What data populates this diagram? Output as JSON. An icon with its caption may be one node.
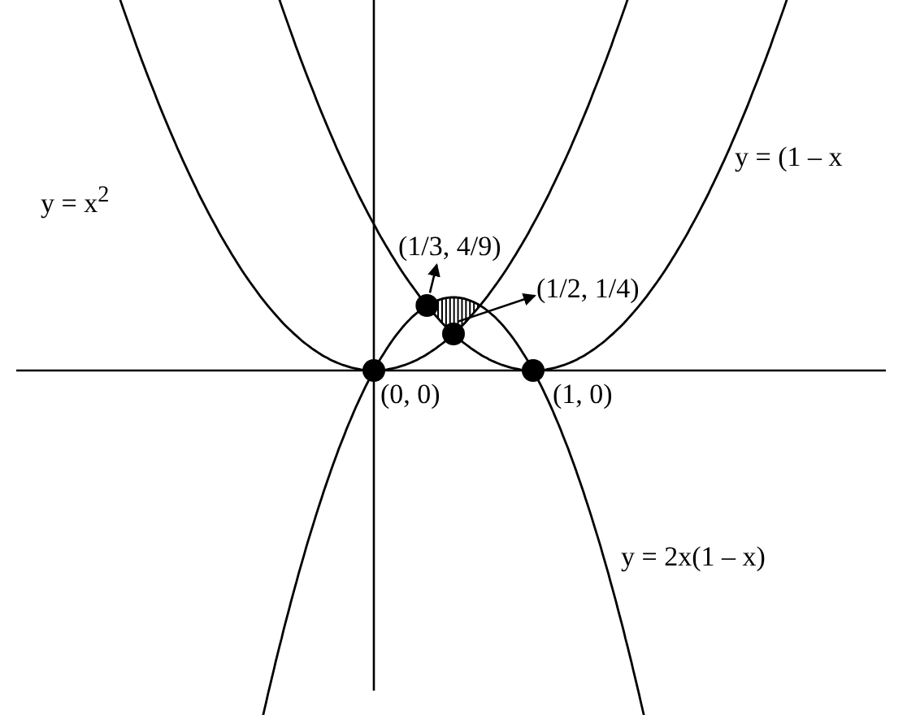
{
  "diagram": {
    "nodes": [
      {
        "text": [
          "(1/3, 4/9)"
        ]
      },
      {
        "text": [],
        "shape": "circle"
      },
      {
        "text": [
          "(1/2, 1/4)"
        ]
      },
      {
        "text": [],
        "shape": "circle"
      },
      {
        "text": [],
        "shape": "circle",
        "beside": [
          "(0, 0)"
        ]
      },
      {
        "text": [],
        "shape": "circle",
        "beside": [
          "(1, 0)"
        ]
      }
    ],
    "edges": [
      {
        "from": 1,
        "to": 0,
        "arrow": "to"
      },
      {
        "from": 3,
        "to": 2,
        "arrow": "to"
      }
    ],
    "labels": [
      "y = x$^{2}$",
      "y = (1 – x",
      "y = 2x(1 – x)"
    ]
  }
}
